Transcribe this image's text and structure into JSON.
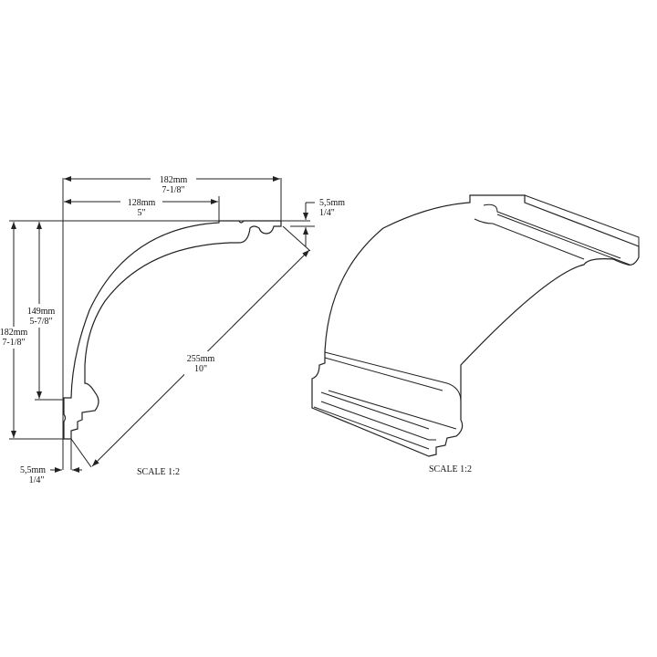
{
  "profile": {
    "width_overall": {
      "mm": "182mm",
      "in": "7-1/8\""
    },
    "width_top": {
      "mm": "128mm",
      "in": "5\""
    },
    "offset_top": {
      "mm": "5,5mm",
      "in": "1/4\""
    },
    "height_inner": {
      "mm": "149mm",
      "in": "5-7/8\""
    },
    "height_overall": {
      "mm": "182mm",
      "in": "7-1/8\""
    },
    "diagonal": {
      "mm": "255mm",
      "in": "10\""
    },
    "offset_bottom": {
      "mm": "5,5mm",
      "in": "1/4\""
    },
    "scale": "SCALE  1:2"
  },
  "perspective": {
    "scale": "SCALE  1:2"
  }
}
